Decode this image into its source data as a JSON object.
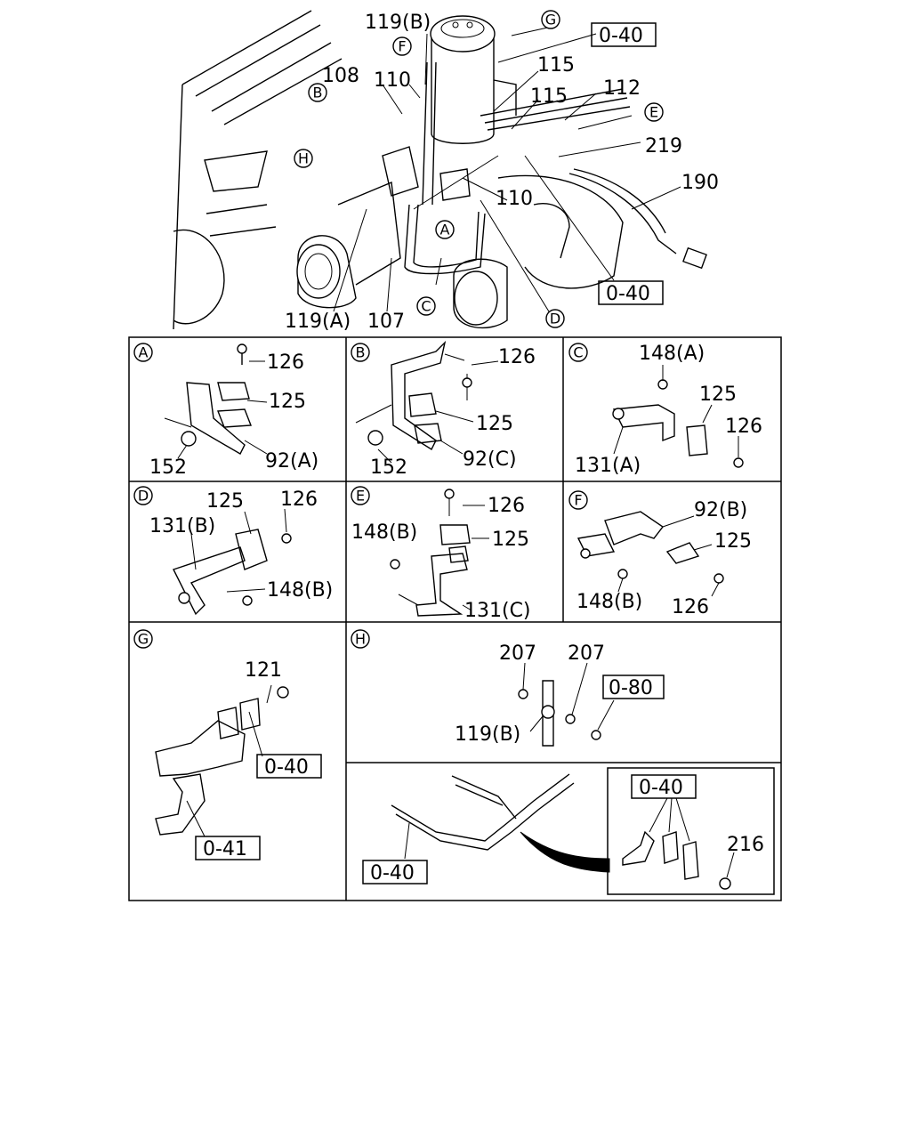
{
  "diagram": {
    "main": {
      "callouts": [
        "119(B)",
        "108",
        "110",
        "115",
        "115",
        "112",
        "219",
        "190",
        "110",
        "119(A)",
        "107"
      ],
      "circle_letters": [
        "G",
        "F",
        "B",
        "H",
        "E",
        "A",
        "C",
        "D"
      ],
      "ref_boxes": [
        "0-40",
        "0-40"
      ]
    },
    "panels": {
      "A": {
        "letter": "A",
        "labels": [
          "126",
          "125",
          "152",
          "92(A)"
        ]
      },
      "B": {
        "letter": "B",
        "labels": [
          "126",
          "125",
          "152",
          "92(C)"
        ]
      },
      "C": {
        "letter": "C",
        "labels": [
          "148(A)",
          "125",
          "126",
          "131(A)"
        ]
      },
      "D": {
        "letter": "D",
        "labels": [
          "125",
          "126",
          "131(B)",
          "148(B)"
        ]
      },
      "E": {
        "letter": "E",
        "labels": [
          "126",
          "148(B)",
          "125",
          "131(C)"
        ]
      },
      "F": {
        "letter": "F",
        "labels": [
          "92(B)",
          "125",
          "148(B)",
          "126"
        ]
      },
      "G": {
        "letter": "G",
        "labels": [
          "121"
        ],
        "ref_boxes": [
          "0-40",
          "0-41"
        ]
      },
      "H": {
        "letter": "H",
        "labels": [
          "207",
          "207",
          "119(B)"
        ],
        "ref_boxes": [
          "0-80"
        ]
      },
      "bottom": {
        "ref_boxes": [
          "0-40",
          "0-40"
        ],
        "labels": [
          "216"
        ]
      }
    }
  }
}
